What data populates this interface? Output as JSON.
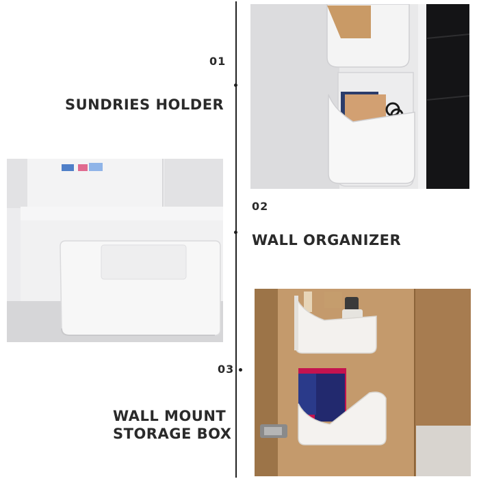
{
  "steps": [
    {
      "number": "01",
      "title": "SUNDRIES HOLDER"
    },
    {
      "number": "02",
      "title": "WALL ORGANIZER"
    },
    {
      "number": "03",
      "title_lines": [
        "WALL MOUNT",
        "STORAGE BOX"
      ]
    }
  ],
  "images": [
    {
      "subject": "white-wall-pockets-on-dark-cabinet"
    },
    {
      "subject": "white-storage-box-on-desk"
    },
    {
      "subject": "wall-mount-boxes-inside-wooden-cabinet-door"
    }
  ]
}
